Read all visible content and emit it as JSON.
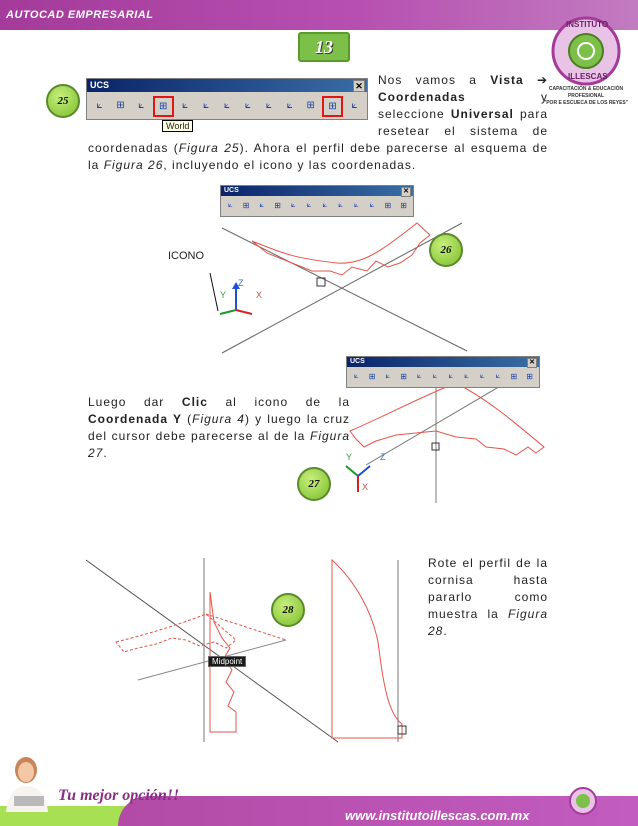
{
  "header": {
    "title": "AUTOCAD EMPRESARIAL",
    "page_number": "13"
  },
  "logo": {
    "name_line1": "INSTITUTO",
    "name_line2": "ILLESCAS",
    "sub1": "CAPACITACIÓN & EDUCACIÓN",
    "sub2": "PROFESIONAL",
    "sub3": "\"POR E ESCUECA DE LOS REYES\""
  },
  "figures": {
    "f25": "25",
    "f26": "26",
    "f27": "27",
    "f28": "28"
  },
  "toolbar": {
    "title": "UCS",
    "close": "✕",
    "tooltip": "World"
  },
  "p1": {
    "t1": "Nos vamos a ",
    "b1": "Vista",
    "arrow": " ➔ ",
    "b2": "Coordenadas",
    "t2": " y seleccione ",
    "b3": "Universal",
    "t3": " para resetear el sistema de coordenadas (",
    "i1": "Figura 25",
    "t4": "). Ahora el perfil debe parecerse al esquema de la ",
    "i2": "Figura 26",
    "t5": ", incluyendo el icono y las coordenadas."
  },
  "fig26": {
    "icon_label": "ICONO",
    "axis_x": "X",
    "axis_y": "Y",
    "axis_z": "Z"
  },
  "p2": {
    "t1": "Luego dar ",
    "b1": "Clic",
    "t2": " al icono de la ",
    "b2": "Coordenada Y",
    "t3": " (",
    "i1": "Figura 4",
    "t4": ") y luego la cruz del cursor debe parecerse al de la ",
    "i2": "Figura 27",
    "t5": "."
  },
  "fig27": {
    "axis_x": "X",
    "axis_y": "Y",
    "axis_z": "Z"
  },
  "fig28": {
    "tooltip": "Midpoint"
  },
  "p3": {
    "t1": "Rote el perfil de la cornisa hasta pararlo como muestra la ",
    "i1": "Figura 28",
    "t2": "."
  },
  "footer": {
    "slogan": "Tu mejor opción!!",
    "url": "www.institutoillescas.com.mx"
  }
}
